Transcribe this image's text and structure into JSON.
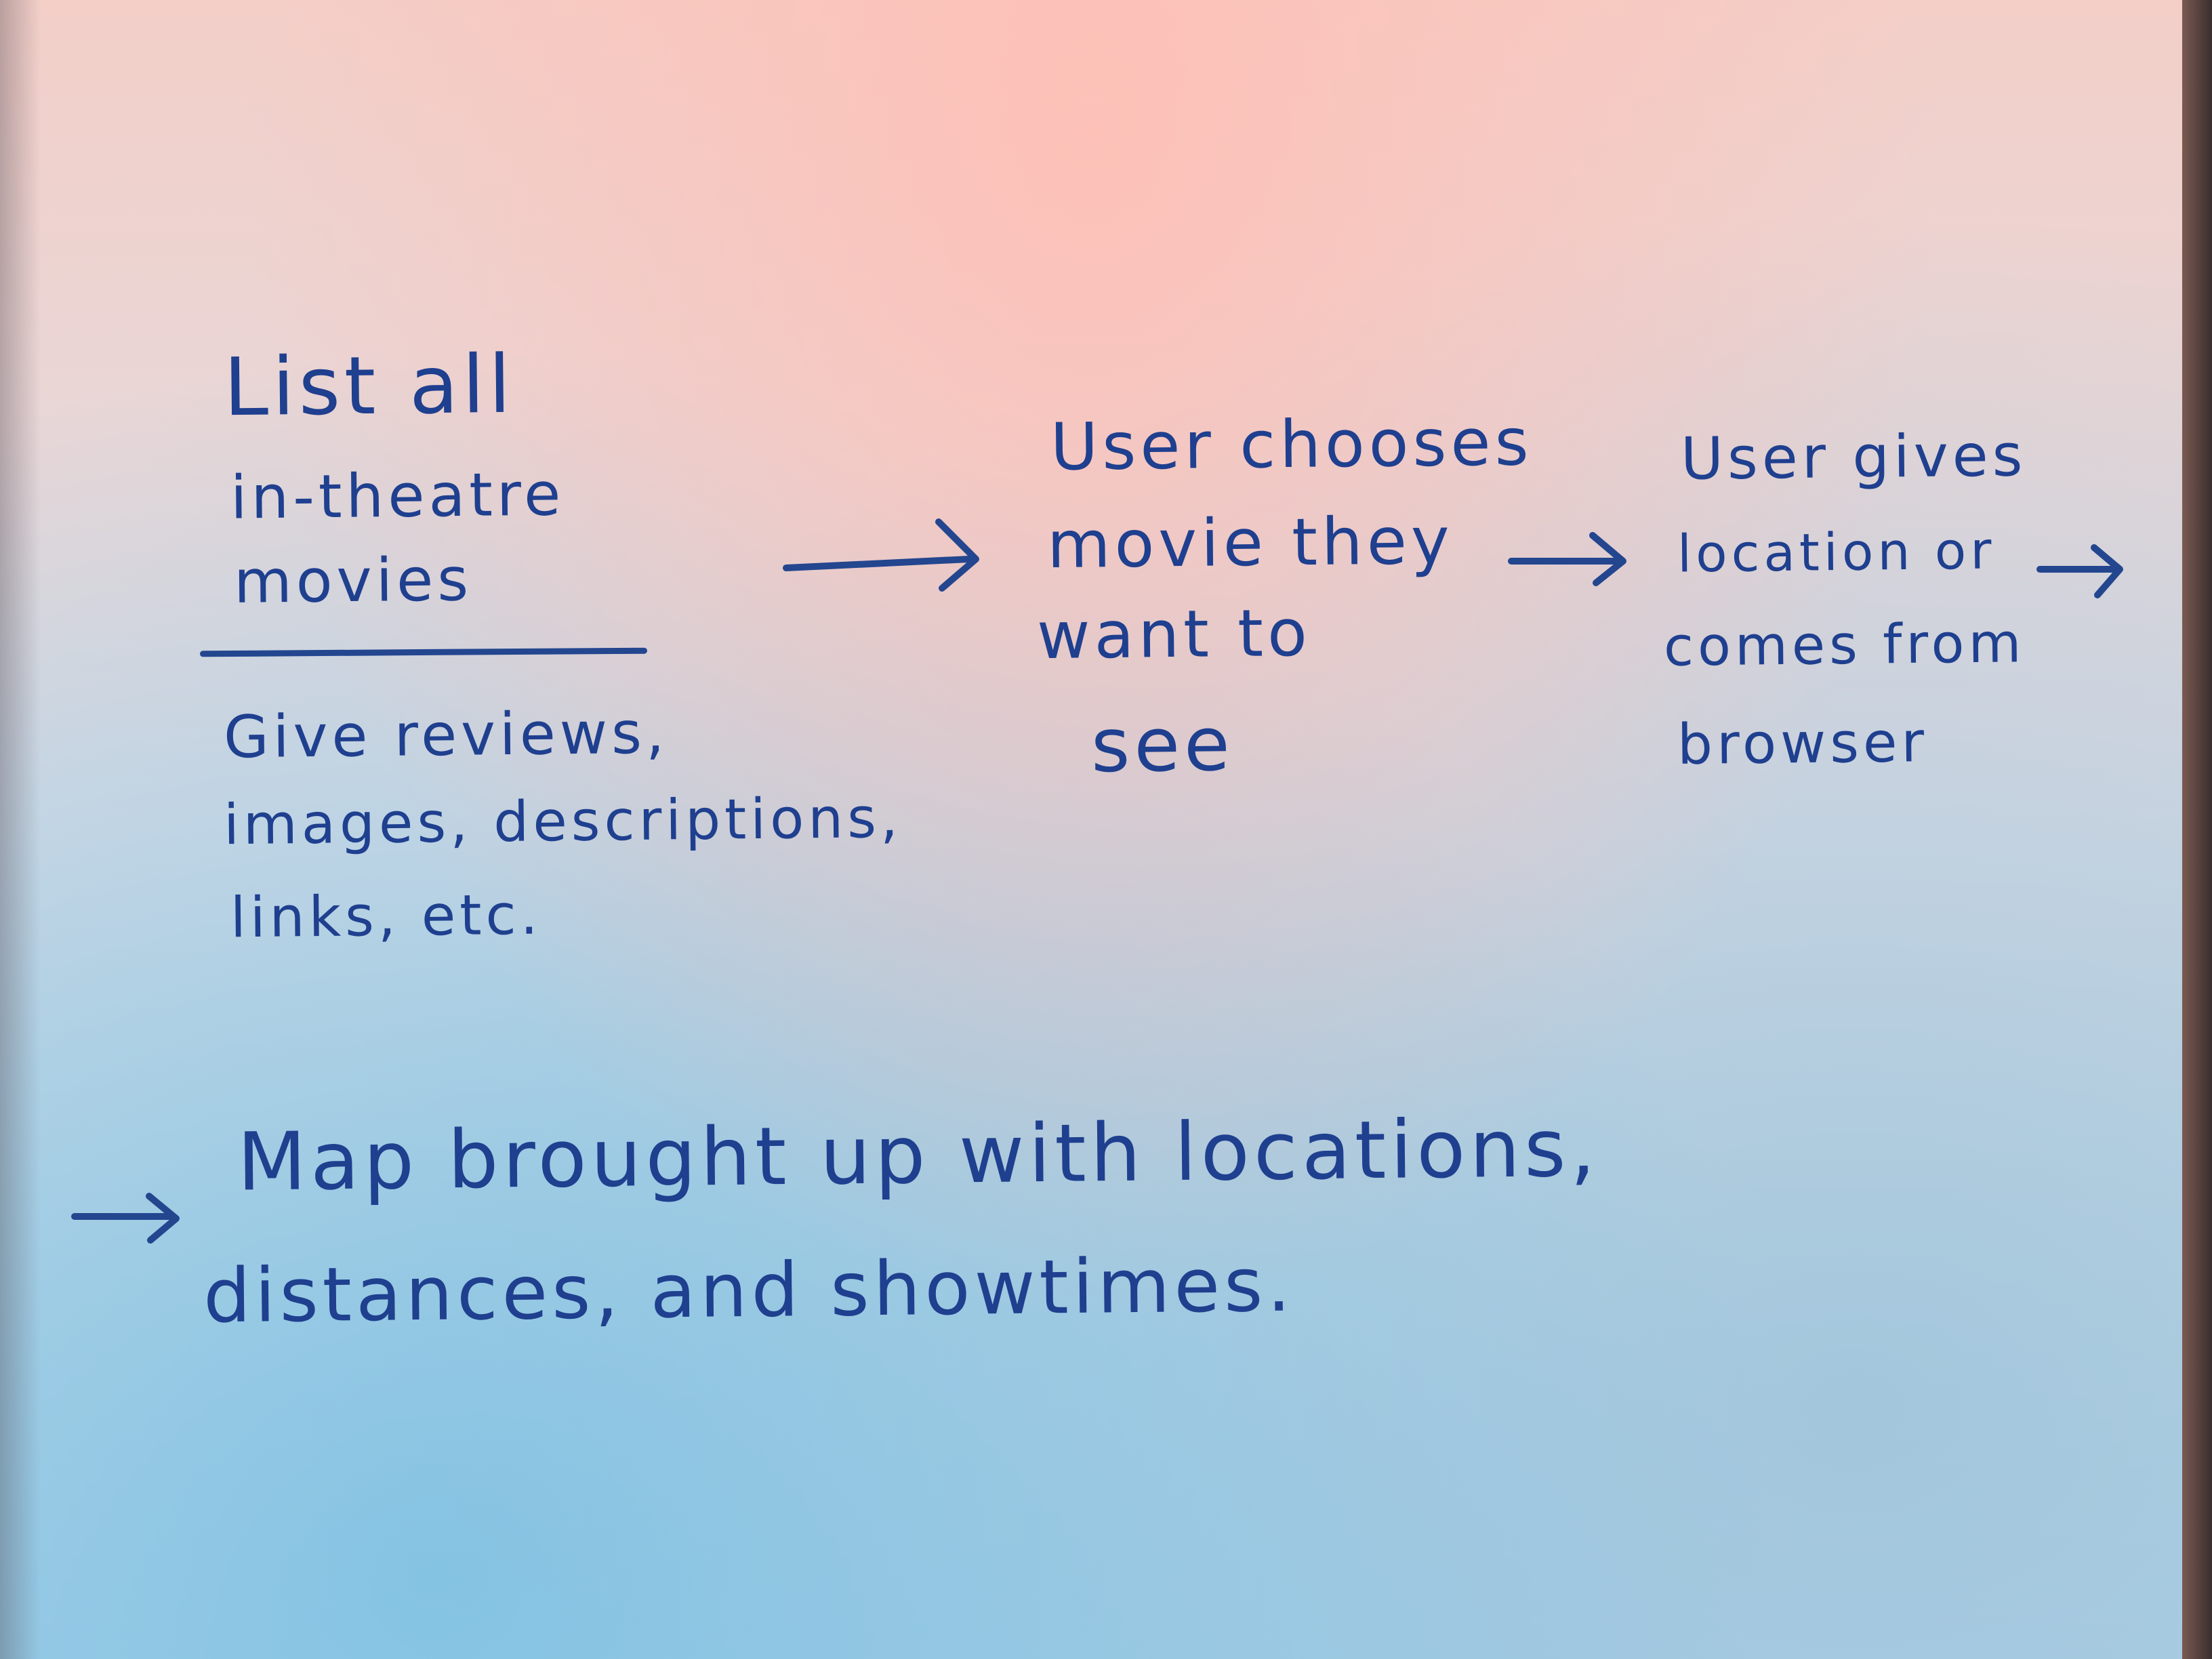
{
  "steps": {
    "step1": {
      "title": "List all",
      "line2": "in-theatre",
      "line3": "movies",
      "detail1": "Give reviews,",
      "detail2": "images, descriptions,",
      "detail3": "links, etc."
    },
    "step2": {
      "line1": "User chooses",
      "line2": "movie they",
      "line3": "want to",
      "line4": "see"
    },
    "step3": {
      "line1": "User gives",
      "line2": "location or",
      "line3": "comes from",
      "line4": "browser"
    },
    "step4": {
      "line1": "Map brought up with locations,",
      "line2": "distances, and showtimes."
    }
  },
  "colors": {
    "ink": "#1f3f8f"
  }
}
